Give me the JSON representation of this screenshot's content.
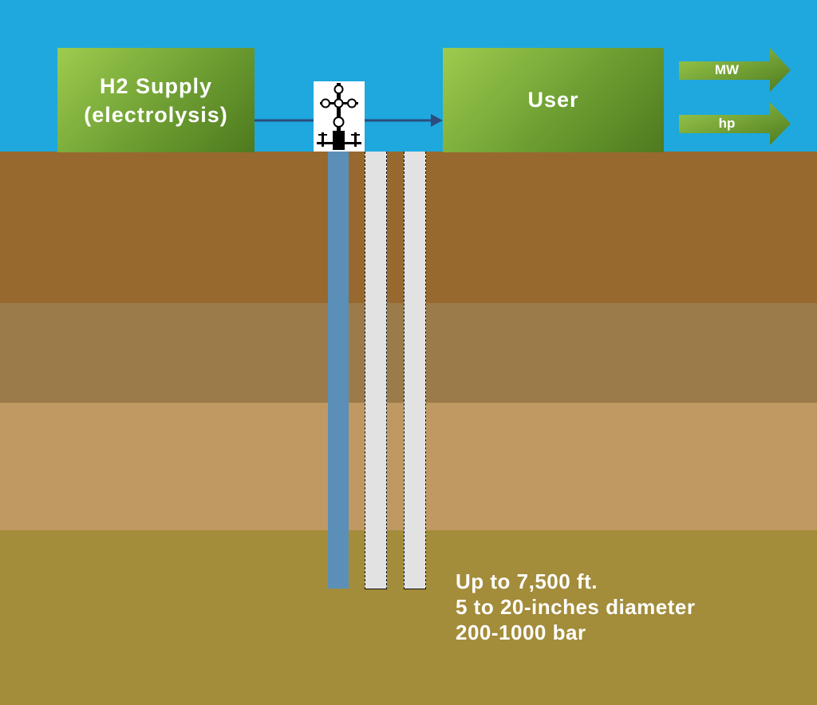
{
  "colors": {
    "sky": "#1ea8dd",
    "layer1": "#98692e",
    "layer2": "#9b7b4a",
    "layer3": "#bf9961",
    "layer4": "#a38c3a",
    "well_pipe": "#5b8fb8",
    "flow_line": "#2b4d7e"
  },
  "supply": {
    "line1": "H2 Supply",
    "line2": "(electrolysis)"
  },
  "user": {
    "label": "User"
  },
  "outputs": [
    {
      "label": "MW"
    },
    {
      "label": "hp"
    }
  ],
  "wellhead": {
    "icon": "wellhead-christmas-tree-icon"
  },
  "info": {
    "depth": "Up to 7,500 ft.",
    "diameter": "5 to 20-inches diameter",
    "pressure": "200-1000 bar"
  }
}
